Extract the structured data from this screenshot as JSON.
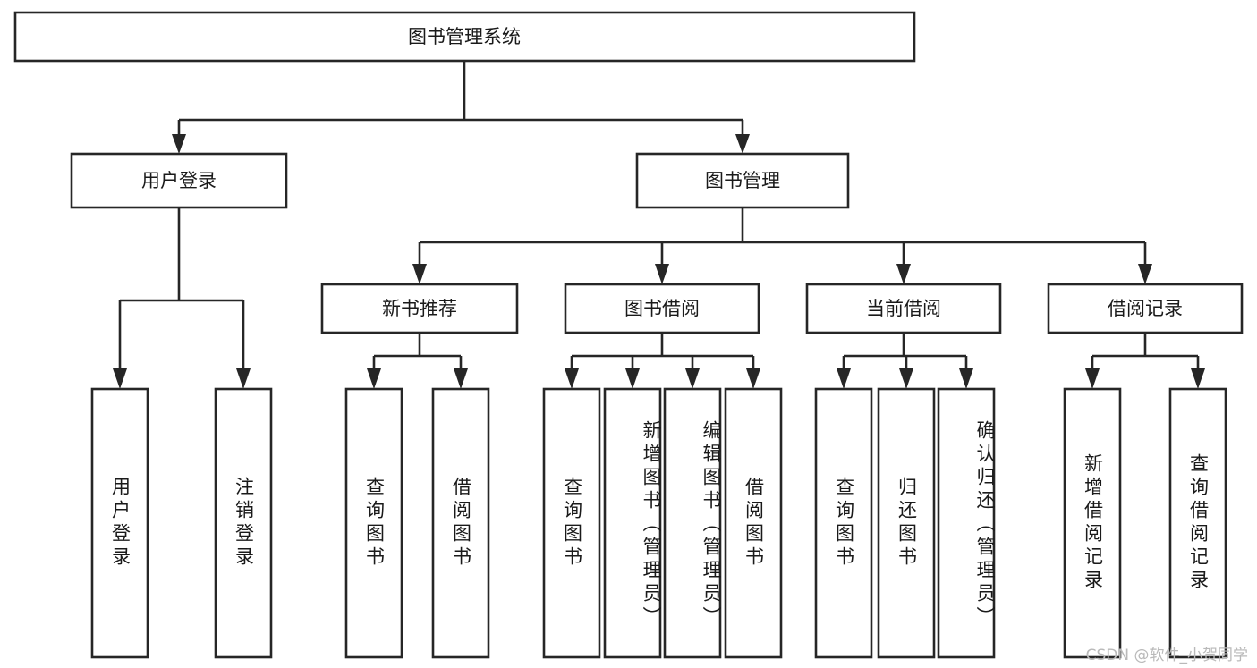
{
  "diagram": {
    "type": "tree-hierarchy",
    "title": "图书管理系统",
    "root": {
      "id": "root",
      "label": "图书管理系统",
      "orientation": "horizontal"
    },
    "level1": [
      {
        "id": "user-login",
        "label": "用户登录",
        "orientation": "horizontal"
      },
      {
        "id": "book-manage",
        "label": "图书管理",
        "orientation": "horizontal"
      }
    ],
    "level2": [
      {
        "id": "new-book-rec",
        "label": "新书推荐",
        "orientation": "horizontal",
        "parent": "book-manage"
      },
      {
        "id": "book-borrow",
        "label": "图书借阅",
        "orientation": "horizontal",
        "parent": "book-manage"
      },
      {
        "id": "current-borrow",
        "label": "当前借阅",
        "orientation": "horizontal",
        "parent": "book-manage"
      },
      {
        "id": "borrow-record",
        "label": "借阅记录",
        "orientation": "horizontal",
        "parent": "book-manage"
      }
    ],
    "leaves": [
      {
        "id": "leaf-user-login",
        "label": "用户登录",
        "orientation": "vertical",
        "parent": "user-login",
        "align": "middle"
      },
      {
        "id": "leaf-user-logout",
        "label": "注销登录",
        "orientation": "vertical",
        "parent": "user-login",
        "align": "middle"
      },
      {
        "id": "leaf-query-book-1",
        "label": "查询图书",
        "orientation": "vertical",
        "parent": "new-book-rec",
        "align": "middle"
      },
      {
        "id": "leaf-borrow-book-1",
        "label": "借阅图书",
        "orientation": "vertical",
        "parent": "new-book-rec",
        "align": "middle"
      },
      {
        "id": "leaf-query-book-2",
        "label": "查询图书",
        "orientation": "vertical",
        "parent": "book-borrow",
        "align": "middle"
      },
      {
        "id": "leaf-add-book",
        "label": "新增图书（管理员）",
        "orientation": "vertical",
        "parent": "book-borrow",
        "align": "top"
      },
      {
        "id": "leaf-edit-book",
        "label": "编辑图书（管理员）",
        "orientation": "vertical",
        "parent": "book-borrow",
        "align": "top"
      },
      {
        "id": "leaf-borrow-book-2",
        "label": "借阅图书",
        "orientation": "vertical",
        "parent": "book-borrow",
        "align": "middle"
      },
      {
        "id": "leaf-query-book-3",
        "label": "查询图书",
        "orientation": "vertical",
        "parent": "current-borrow",
        "align": "middle"
      },
      {
        "id": "leaf-return-book",
        "label": "归还图书",
        "orientation": "vertical",
        "parent": "current-borrow",
        "align": "middle"
      },
      {
        "id": "leaf-confirm-return",
        "label": "确认归还（管理员）",
        "orientation": "vertical",
        "parent": "current-borrow",
        "align": "top"
      },
      {
        "id": "leaf-add-record",
        "label": "新增借阅记录",
        "orientation": "vertical",
        "parent": "borrow-record",
        "align": "middle"
      },
      {
        "id": "leaf-query-record",
        "label": "查询借阅记录",
        "orientation": "vertical",
        "parent": "borrow-record",
        "align": "middle"
      }
    ],
    "colors": {
      "box_stroke": "#262626",
      "box_fill": "#ffffff",
      "text": "#1a1a1a",
      "connector": "#262626",
      "background": "#ffffff",
      "watermark": "#b9b9b9"
    }
  },
  "watermark": {
    "text": "CSDN @软件_小贺同学"
  }
}
